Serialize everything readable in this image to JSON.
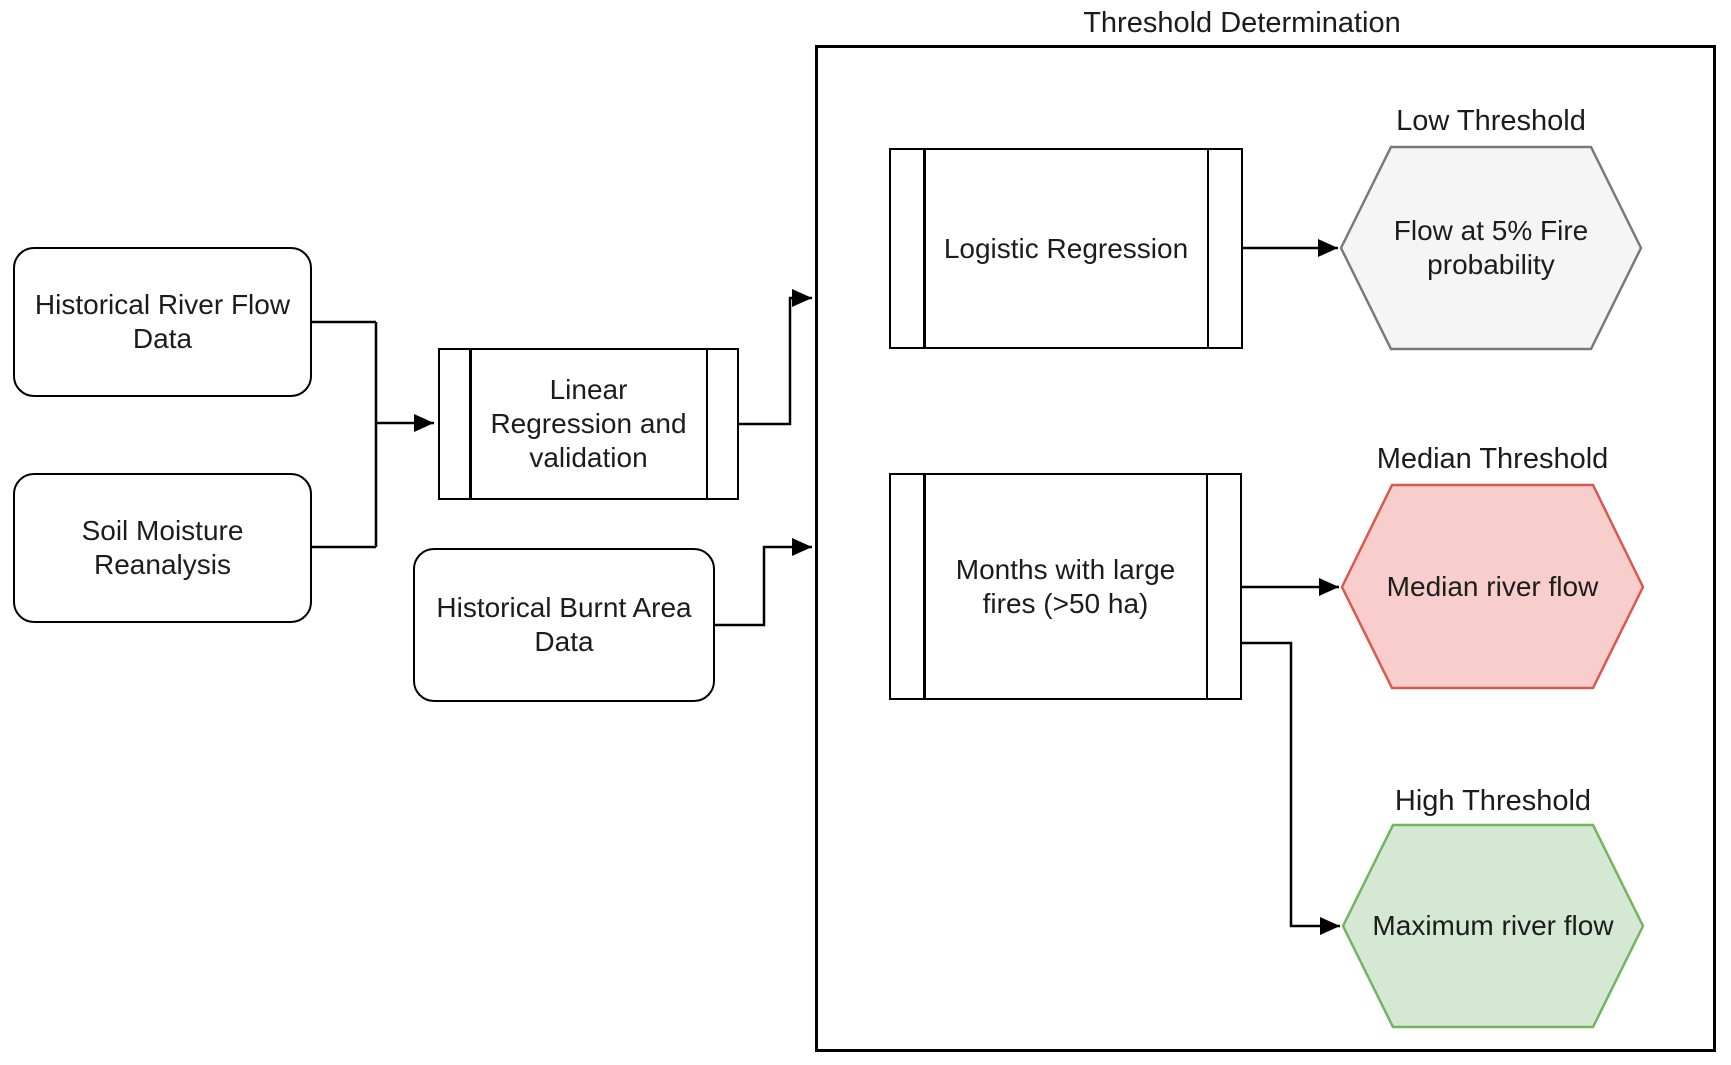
{
  "diagram": {
    "title": "Threshold Determination",
    "nodes": {
      "river_flow": {
        "shape": "rounded-rectangle",
        "lines": [
          "Historical River Flow",
          "Data"
        ]
      },
      "soil_moisture": {
        "shape": "rounded-rectangle",
        "lines": [
          "Soil Moisture",
          "Reanalysis"
        ]
      },
      "linear_regression": {
        "shape": "subprocess",
        "lines": [
          "Linear",
          "Regression and",
          "validation"
        ]
      },
      "burnt_area": {
        "shape": "rounded-rectangle",
        "lines": [
          "Historical Burnt Area",
          "Data"
        ]
      },
      "logistic_regression": {
        "shape": "subprocess",
        "lines": [
          "Logistic Regression"
        ]
      },
      "months_large_fires": {
        "shape": "subprocess",
        "lines": [
          "Months with large",
          "fires (>50 ha)"
        ]
      },
      "low_threshold": {
        "shape": "hexagon",
        "caption": "Low Threshold",
        "lines": [
          "Flow at 5% Fire",
          "probability"
        ],
        "fill": "#f5f5f5",
        "stroke": "#7a7a7a"
      },
      "median_threshold": {
        "shape": "hexagon",
        "caption": "Median Threshold",
        "lines": [
          "Median river flow"
        ],
        "fill": "#f8cecc",
        "stroke": "#d9594f"
      },
      "high_threshold": {
        "shape": "hexagon",
        "caption": "High Threshold",
        "lines": [
          "Maximum river flow"
        ],
        "fill": "#d5e8d4",
        "stroke": "#74b35f"
      }
    },
    "colors": {
      "line": "#000000",
      "text": "#1c1c1c",
      "background": "#ffffff"
    }
  }
}
